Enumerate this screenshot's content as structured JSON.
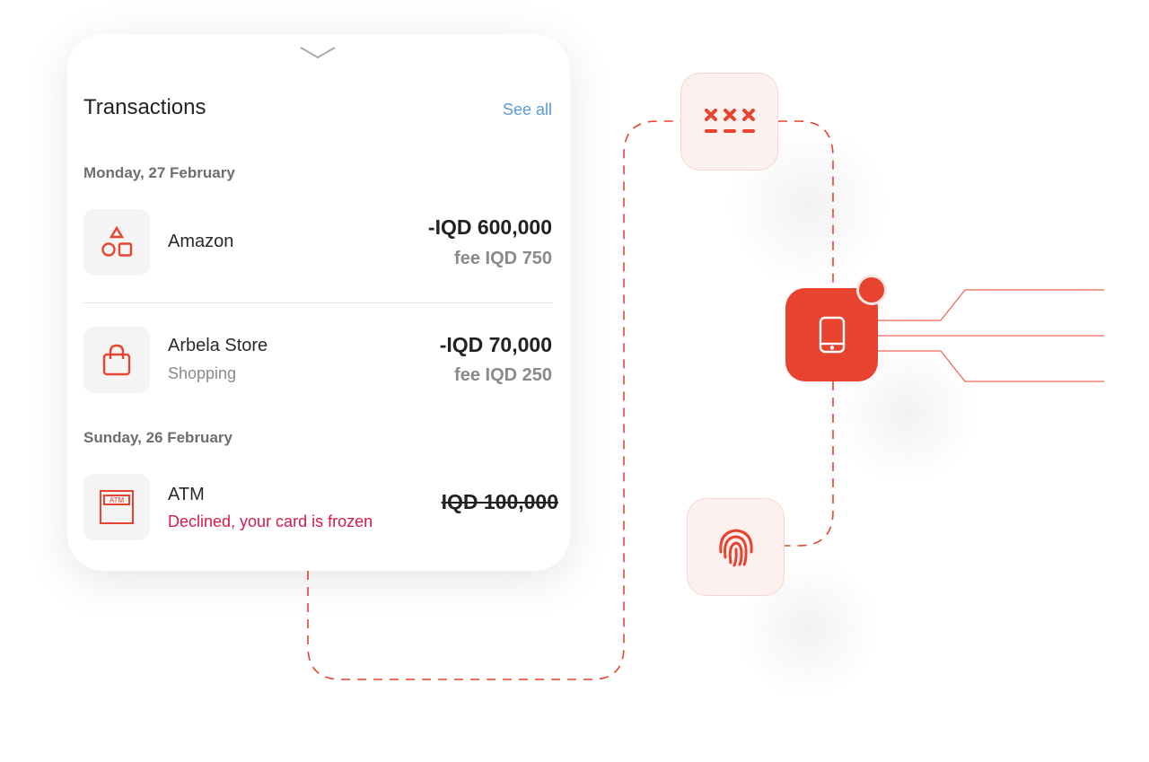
{
  "colors": {
    "accent": "#e8432e",
    "link": "#5a9bdc",
    "declined": "#d61a4a"
  },
  "header": {
    "title": "Transactions",
    "see_all": "See all"
  },
  "groups": [
    {
      "date": "Monday, 27 February",
      "items": [
        {
          "name": "Amazon",
          "amount": "-IQD 600,000",
          "fee": "fee IQD 750",
          "icon": "shapes-icon"
        },
        {
          "name": "Arbela Store",
          "category": "Shopping",
          "amount": "-IQD 70,000",
          "fee": "fee IQD 250",
          "icon": "shopping-bag-icon"
        }
      ]
    },
    {
      "date": "Sunday, 26 February",
      "items": [
        {
          "name": "ATM",
          "icon_label": "ATM",
          "status": "Declined, your card is frozen",
          "amount": "IQD 100,000",
          "icon": "atm-icon"
        }
      ]
    }
  ],
  "nodes": {
    "pin": "pin-masked-icon",
    "phone": "phone-icon",
    "fingerprint": "fingerprint-icon"
  }
}
